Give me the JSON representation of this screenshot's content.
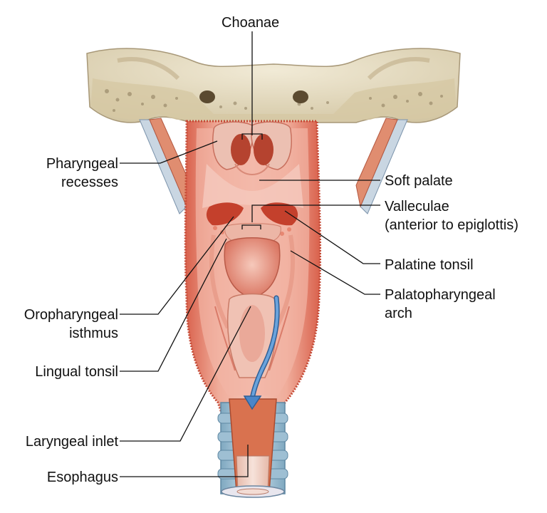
{
  "labels": {
    "choanae": "Choanae",
    "pharyngeal_recesses": [
      "Pharyngeal",
      "recesses"
    ],
    "soft_palate": "Soft palate",
    "valleculae": [
      "Valleculae",
      "(anterior to epiglottis)"
    ],
    "palatine_tonsil": "Palatine tonsil",
    "palatopharyngeal_arch": [
      "Palatopharyngeal",
      "arch"
    ],
    "oropharyngeal_isthmus": [
      "Oropharyngeal",
      "isthmus"
    ],
    "lingual_tonsil": "Lingual tonsil",
    "laryngeal_inlet": "Laryngeal inlet",
    "esophagus": "Esophagus"
  },
  "colors": {
    "bone": "#e8e0c8",
    "bone_shadow": "#c9bb98",
    "tissue": "#e5826f",
    "tissue_light": "#f2b3a2",
    "tissue_dark": "#c95745",
    "muscle": "#d97a5a",
    "cartilage": "#a9c8d8",
    "arrow": "#4a86c8"
  }
}
